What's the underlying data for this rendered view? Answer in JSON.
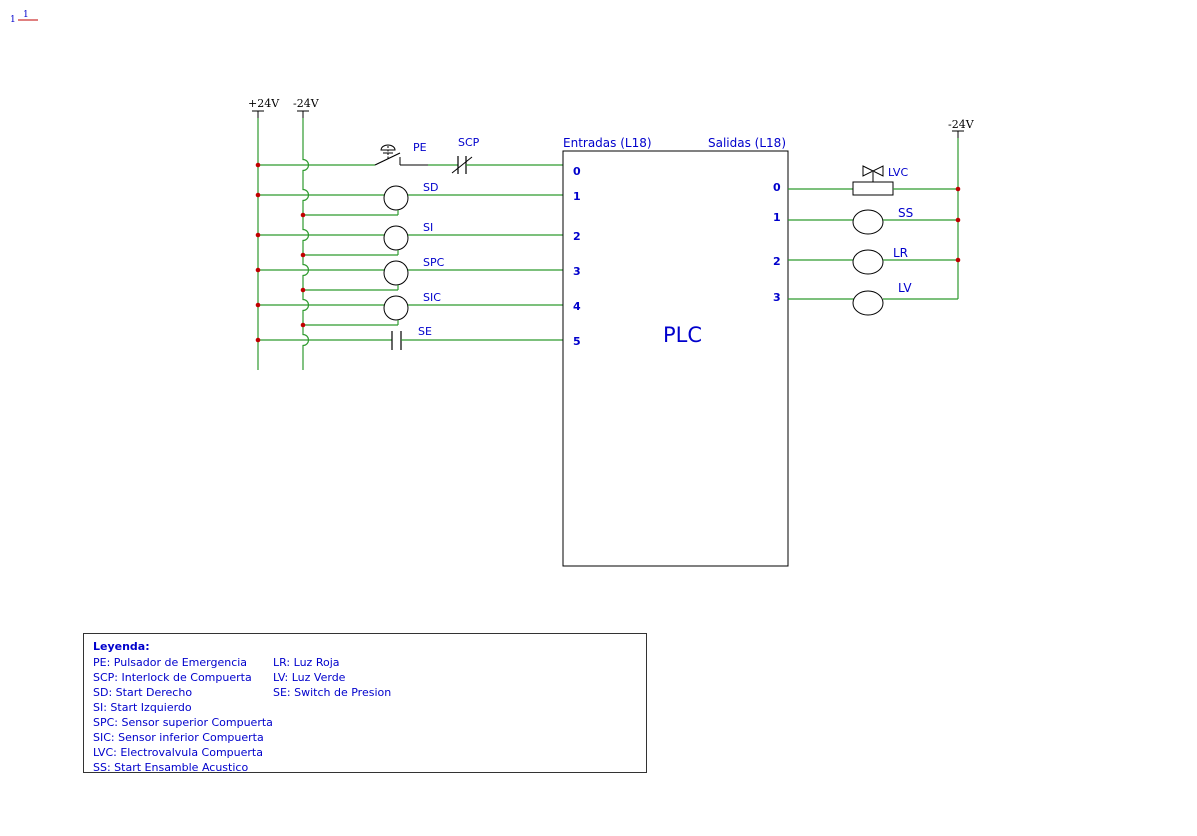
{
  "sheet": {
    "number": "1",
    "label": "1"
  },
  "power": {
    "pos": "+24V",
    "neg": "-24V",
    "neg_right": "-24V"
  },
  "plc": {
    "name": "PLC",
    "inputs_title": "Entradas (L18)",
    "outputs_title": "Salidas (L18)",
    "input_pins": [
      "0",
      "1",
      "2",
      "3",
      "4",
      "5"
    ],
    "output_pins": [
      "0",
      "1",
      "2",
      "3"
    ]
  },
  "inputs": [
    {
      "tag": "PE",
      "symbol": "emergency-pushbutton",
      "pin": "0"
    },
    {
      "tag": "SCP",
      "symbol": "nc-contact",
      "pin": "0"
    },
    {
      "tag": "SD",
      "symbol": "sensor-circle",
      "pin": "1"
    },
    {
      "tag": "SI",
      "symbol": "sensor-circle",
      "pin": "2"
    },
    {
      "tag": "SPC",
      "symbol": "sensor-circle",
      "pin": "3"
    },
    {
      "tag": "SIC",
      "symbol": "sensor-circle",
      "pin": "4"
    },
    {
      "tag": "SE",
      "symbol": "no-contact",
      "pin": "5"
    }
  ],
  "outputs": [
    {
      "tag": "LVC",
      "symbol": "solenoid-valve",
      "pin": "0"
    },
    {
      "tag": "SS",
      "symbol": "lamp-circle",
      "pin": "1"
    },
    {
      "tag": "LR",
      "symbol": "lamp-circle",
      "pin": "2"
    },
    {
      "tag": "LV",
      "symbol": "lamp-circle",
      "pin": "3"
    }
  ],
  "legend": {
    "title": "Leyenda:",
    "col1": [
      "PE: Pulsador de Emergencia",
      "SCP: Interlock de Compuerta",
      "SD: Start Derecho",
      "SI: Start Izquierdo",
      "SPC: Sensor superior Compuerta",
      "SIC: Sensor inferior Compuerta",
      "LVC: Electrovalvula Compuerta",
      "SS: Start Ensamble Acustico"
    ],
    "col2": [
      "LR: Luz Roja",
      "LV: Luz Verde",
      "SE: Switch de Presion"
    ]
  },
  "colors": {
    "wire": "#2e9a2e",
    "junction": "#c00000",
    "text": "#0000cc",
    "block": "#000000"
  }
}
